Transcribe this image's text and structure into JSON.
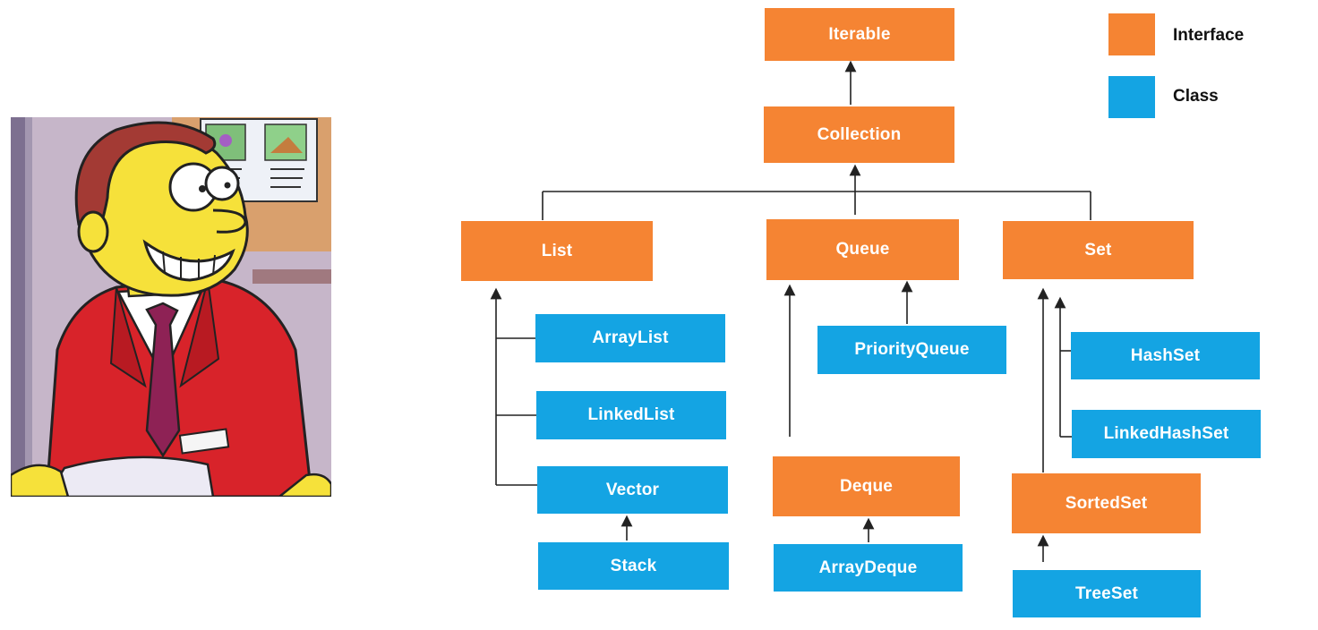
{
  "colors": {
    "interface": "#f58433",
    "class": "#14a4e3",
    "connector": "#222222"
  },
  "legend": {
    "interface_label": "Interface",
    "class_label": "Class"
  },
  "nodes": {
    "iterable": {
      "label": "Iterable",
      "kind": "interface"
    },
    "collection": {
      "label": "Collection",
      "kind": "interface"
    },
    "list": {
      "label": "List",
      "kind": "interface"
    },
    "queue": {
      "label": "Queue",
      "kind": "interface"
    },
    "set": {
      "label": "Set",
      "kind": "interface"
    },
    "arraylist": {
      "label": "ArrayList",
      "kind": "class"
    },
    "linkedlist": {
      "label": "LinkedList",
      "kind": "class"
    },
    "vector": {
      "label": "Vector",
      "kind": "class"
    },
    "stack": {
      "label": "Stack",
      "kind": "class"
    },
    "priorityqueue": {
      "label": "PriorityQueue",
      "kind": "class"
    },
    "deque": {
      "label": "Deque",
      "kind": "interface"
    },
    "arraydeque": {
      "label": "ArrayDeque",
      "kind": "class"
    },
    "hashset": {
      "label": "HashSet",
      "kind": "class"
    },
    "linkedhashset": {
      "label": "LinkedHashSet",
      "kind": "class"
    },
    "sortedset": {
      "label": "SortedSet",
      "kind": "interface"
    },
    "treeset": {
      "label": "TreeSet",
      "kind": "class"
    }
  },
  "edges": [
    {
      "from": "collection",
      "to": "iterable"
    },
    {
      "from": "list",
      "to": "collection"
    },
    {
      "from": "queue",
      "to": "collection"
    },
    {
      "from": "set",
      "to": "collection"
    },
    {
      "from": "arraylist",
      "to": "list"
    },
    {
      "from": "linkedlist",
      "to": "list"
    },
    {
      "from": "vector",
      "to": "list"
    },
    {
      "from": "stack",
      "to": "vector"
    },
    {
      "from": "priorityqueue",
      "to": "queue"
    },
    {
      "from": "deque",
      "to": "queue"
    },
    {
      "from": "arraydeque",
      "to": "deque"
    },
    {
      "from": "hashset",
      "to": "set"
    },
    {
      "from": "linkedhashset",
      "to": "set"
    },
    {
      "from": "sortedset",
      "to": "set"
    },
    {
      "from": "treeset",
      "to": "sortedset"
    }
  ],
  "portrait": {
    "subject": "cartoon-man-red-jacket"
  }
}
